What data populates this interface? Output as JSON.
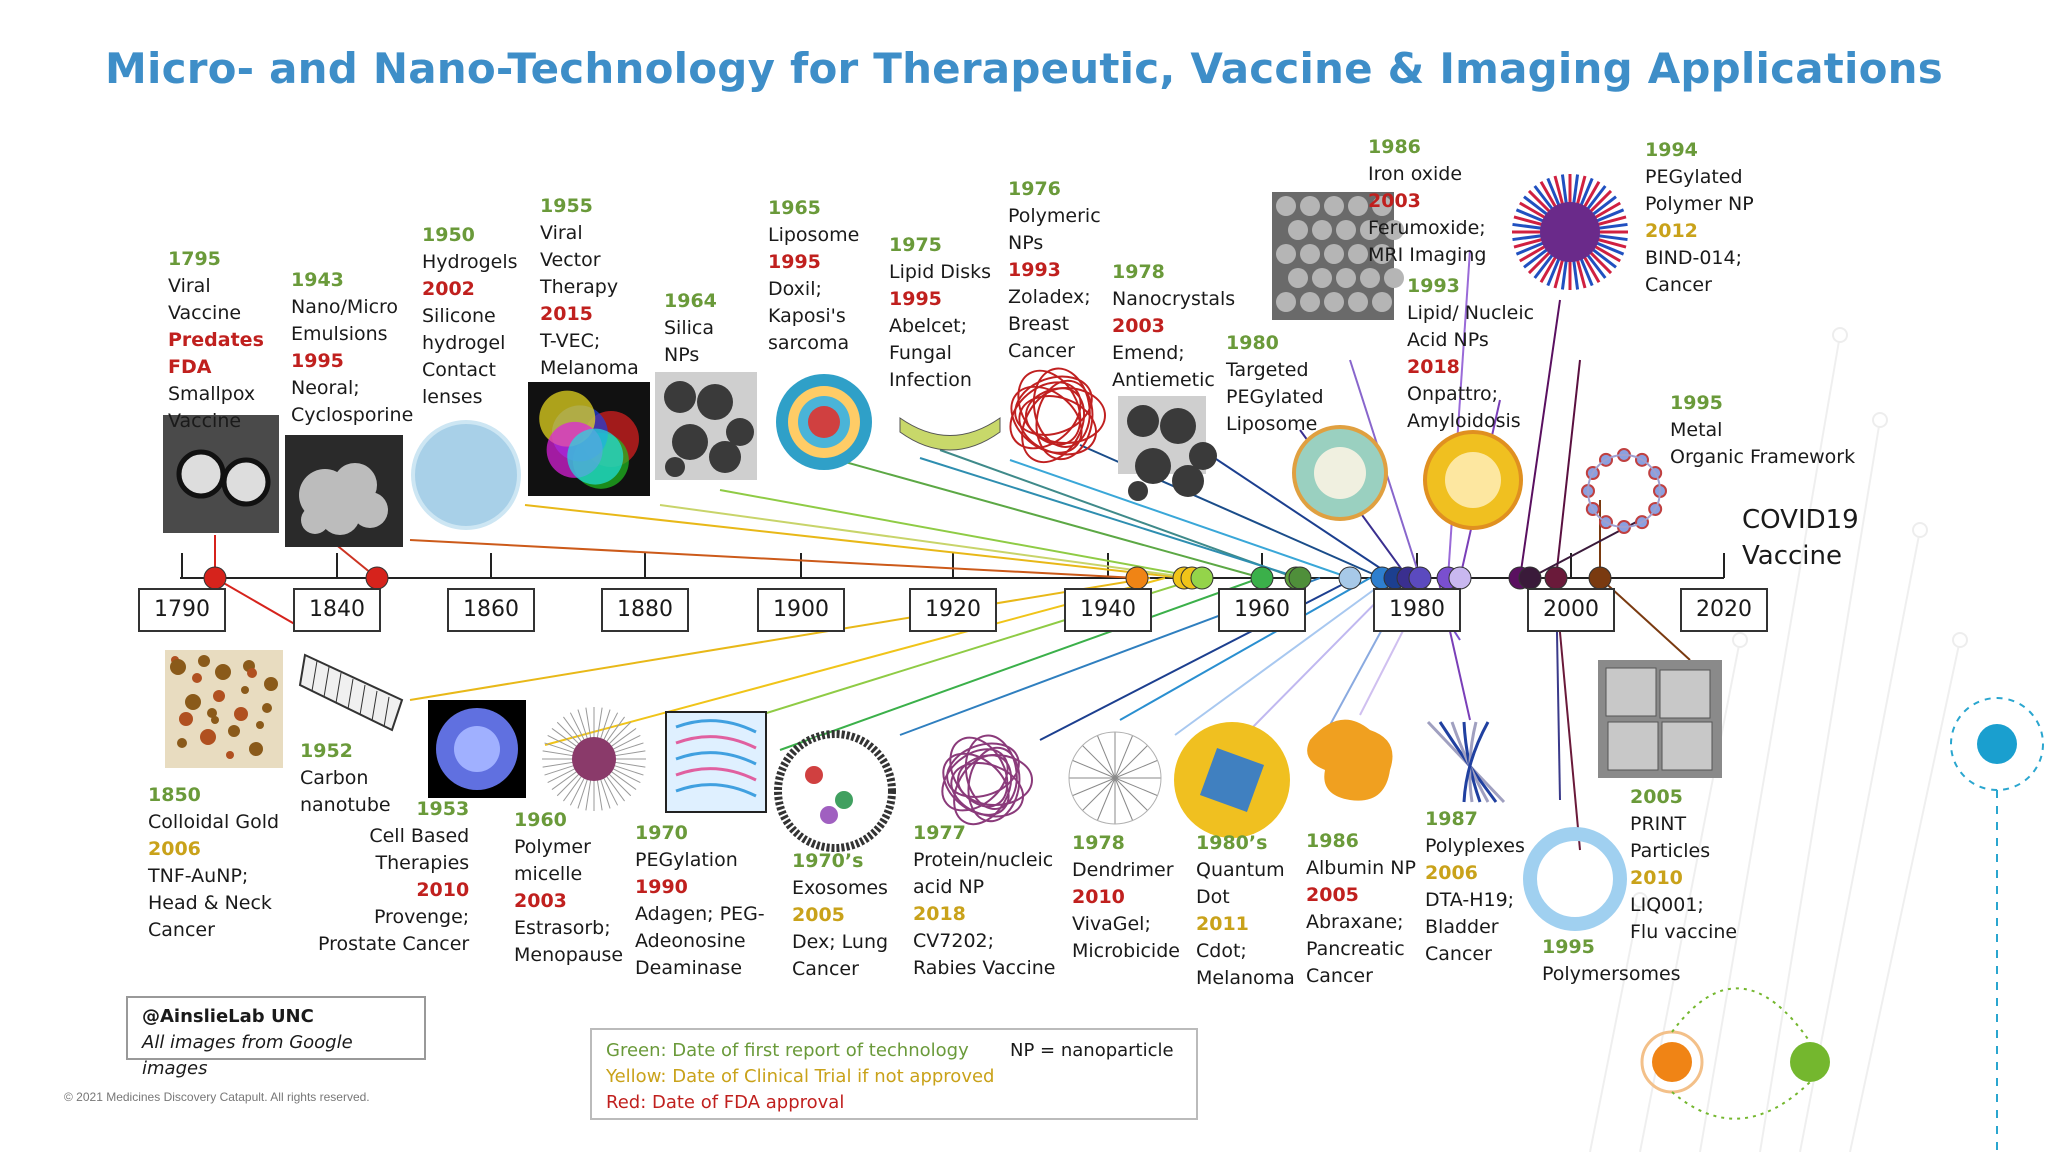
{
  "title": "Micro- and Nano-Technology for Therapeutic, Vaccine & Imaging Applications",
  "axis_years": [
    "1790",
    "1840",
    "1860",
    "1880",
    "1900",
    "1920",
    "1940",
    "1960",
    "1980",
    "2000",
    "2020"
  ],
  "covid": {
    "line1": "COVID19",
    "line2": "Vaccine"
  },
  "entries": [
    {
      "lines": [
        {
          "t": "1795",
          "c": "g"
        },
        {
          "t": "Viral",
          "c": "txt"
        },
        {
          "t": "Vaccine",
          "c": "txt"
        },
        {
          "t": "Predates",
          "c": "r"
        },
        {
          "t": "FDA",
          "c": "r"
        },
        {
          "t": "Smallpox",
          "c": "txt"
        },
        {
          "t": "Vaccine",
          "c": "txt"
        }
      ]
    },
    {
      "lines": [
        {
          "t": "1943",
          "c": "g"
        },
        {
          "t": "Nano/Micro",
          "c": "txt"
        },
        {
          "t": "Emulsions",
          "c": "txt"
        },
        {
          "t": "1995",
          "c": "r"
        },
        {
          "t": "Neoral;",
          "c": "txt"
        },
        {
          "t": "Cyclosporine",
          "c": "txt"
        }
      ]
    },
    {
      "lines": [
        {
          "t": "1950",
          "c": "g"
        },
        {
          "t": "Hydrogels",
          "c": "txt"
        },
        {
          "t": "2002",
          "c": "r"
        },
        {
          "t": "Silicone",
          "c": "txt"
        },
        {
          "t": "hydrogel",
          "c": "txt"
        },
        {
          "t": "Contact",
          "c": "txt"
        },
        {
          "t": "lenses",
          "c": "txt"
        }
      ]
    },
    {
      "lines": [
        {
          "t": "1955",
          "c": "g"
        },
        {
          "t": "Viral",
          "c": "txt"
        },
        {
          "t": "Vector",
          "c": "txt"
        },
        {
          "t": "Therapy",
          "c": "txt"
        },
        {
          "t": "2015",
          "c": "r"
        },
        {
          "t": "T-VEC;",
          "c": "txt"
        },
        {
          "t": "Melanoma",
          "c": "txt"
        }
      ]
    },
    {
      "lines": [
        {
          "t": "1964",
          "c": "g"
        },
        {
          "t": "Silica",
          "c": "txt"
        },
        {
          "t": "NPs",
          "c": "txt"
        }
      ]
    },
    {
      "lines": [
        {
          "t": "1965",
          "c": "g"
        },
        {
          "t": "Liposome",
          "c": "txt"
        },
        {
          "t": "1995",
          "c": "r"
        },
        {
          "t": "Doxil;",
          "c": "txt"
        },
        {
          "t": "Kaposi's",
          "c": "txt"
        },
        {
          "t": "sarcoma",
          "c": "txt"
        }
      ]
    },
    {
      "lines": [
        {
          "t": "1975",
          "c": "g"
        },
        {
          "t": "Lipid Disks",
          "c": "txt"
        },
        {
          "t": "1995",
          "c": "r"
        },
        {
          "t": "Abelcet;",
          "c": "txt"
        },
        {
          "t": "Fungal",
          "c": "txt"
        },
        {
          "t": "Infection",
          "c": "txt"
        }
      ]
    },
    {
      "lines": [
        {
          "t": "1976",
          "c": "g"
        },
        {
          "t": "Polymeric",
          "c": "txt"
        },
        {
          "t": "NPs",
          "c": "txt"
        },
        {
          "t": "1993",
          "c": "r"
        },
        {
          "t": "Zoladex;",
          "c": "txt"
        },
        {
          "t": "Breast",
          "c": "txt"
        },
        {
          "t": "Cancer",
          "c": "txt"
        }
      ]
    },
    {
      "lines": [
        {
          "t": "1978",
          "c": "g"
        },
        {
          "t": "Nanocrystals",
          "c": "txt"
        },
        {
          "t": "2003",
          "c": "r"
        },
        {
          "t": "Emend;",
          "c": "txt"
        },
        {
          "t": "Antiemetic",
          "c": "txt"
        }
      ]
    },
    {
      "lines": [
        {
          "t": "1980",
          "c": "g"
        },
        {
          "t": "Targeted",
          "c": "txt"
        },
        {
          "t": "PEGylated",
          "c": "txt"
        },
        {
          "t": "Liposome",
          "c": "txt"
        }
      ]
    },
    {
      "lines": [
        {
          "t": "1986",
          "c": "g"
        },
        {
          "t": "Iron oxide",
          "c": "txt"
        },
        {
          "t": "2003",
          "c": "r"
        },
        {
          "t": "Ferumoxide;",
          "c": "txt"
        },
        {
          "t": "MRI Imaging",
          "c": "txt"
        }
      ]
    },
    {
      "lines": [
        {
          "t": "1993",
          "c": "g"
        },
        {
          "t": "Lipid/ Nucleic",
          "c": "txt"
        },
        {
          "t": "Acid NPs",
          "c": "txt"
        },
        {
          "t": "2018",
          "c": "r"
        },
        {
          "t": "Onpattro;",
          "c": "txt"
        },
        {
          "t": "Amyloidosis",
          "c": "txt"
        }
      ]
    },
    {
      "lines": [
        {
          "t": "1994",
          "c": "g"
        },
        {
          "t": "PEGylated",
          "c": "txt"
        },
        {
          "t": "Polymer NP",
          "c": "txt"
        },
        {
          "t": "2012",
          "c": "y"
        },
        {
          "t": "BIND-014;",
          "c": "txt"
        },
        {
          "t": "Cancer",
          "c": "txt"
        }
      ]
    },
    {
      "lines": [
        {
          "t": "1995",
          "c": "g"
        },
        {
          "t": "Metal",
          "c": "txt"
        },
        {
          "t": "Organic Framework",
          "c": "txt"
        }
      ]
    },
    {
      "lines": [
        {
          "t": "1850",
          "c": "g"
        },
        {
          "t": "Colloidal Gold",
          "c": "txt"
        },
        {
          "t": "2006",
          "c": "y"
        },
        {
          "t": "TNF-AuNP;",
          "c": "txt"
        },
        {
          "t": "Head & Neck",
          "c": "txt"
        },
        {
          "t": "Cancer",
          "c": "txt"
        }
      ]
    },
    {
      "lines": [
        {
          "t": "1952",
          "c": "g"
        },
        {
          "t": "Carbon",
          "c": "txt"
        },
        {
          "t": "nanotube",
          "c": "txt"
        }
      ]
    },
    {
      "lines": [
        {
          "t": "1953",
          "c": "g"
        },
        {
          "t": "Cell Based",
          "c": "txt"
        },
        {
          "t": "Therapies",
          "c": "txt"
        },
        {
          "t": "2010",
          "c": "r"
        },
        {
          "t": "Provenge;",
          "c": "txt"
        },
        {
          "t": "Prostate Cancer",
          "c": "txt"
        }
      ]
    },
    {
      "lines": [
        {
          "t": "1960",
          "c": "g"
        },
        {
          "t": "Polymer",
          "c": "txt"
        },
        {
          "t": "micelle",
          "c": "txt"
        },
        {
          "t": "2003",
          "c": "r"
        },
        {
          "t": "Estrasorb;",
          "c": "txt"
        },
        {
          "t": "Menopause",
          "c": "txt"
        }
      ]
    },
    {
      "lines": [
        {
          "t": "1970",
          "c": "g"
        },
        {
          "t": "PEGylation",
          "c": "txt"
        },
        {
          "t": "1990",
          "c": "r"
        },
        {
          "t": "Adagen; PEG-",
          "c": "txt"
        },
        {
          "t": "Adeonosine",
          "c": "txt"
        },
        {
          "t": "Deaminase",
          "c": "txt"
        }
      ]
    },
    {
      "lines": [
        {
          "t": "1970’s",
          "c": "g"
        },
        {
          "t": "Exosomes",
          "c": "txt"
        },
        {
          "t": "2005",
          "c": "y"
        },
        {
          "t": "Dex; Lung",
          "c": "txt"
        },
        {
          "t": "Cancer",
          "c": "txt"
        }
      ]
    },
    {
      "lines": [
        {
          "t": "1977",
          "c": "g"
        },
        {
          "t": "Protein/nucleic",
          "c": "txt"
        },
        {
          "t": "acid NP",
          "c": "txt"
        },
        {
          "t": "2018",
          "c": "y"
        },
        {
          "t": "CV7202;",
          "c": "txt"
        },
        {
          "t": "Rabies Vaccine",
          "c": "txt"
        }
      ]
    },
    {
      "lines": [
        {
          "t": "1978",
          "c": "g"
        },
        {
          "t": "Dendrimer",
          "c": "txt"
        },
        {
          "t": "2010",
          "c": "r"
        },
        {
          "t": "VivaGel;",
          "c": "txt"
        },
        {
          "t": "Microbicide",
          "c": "txt"
        }
      ]
    },
    {
      "lines": [
        {
          "t": "1980’s",
          "c": "g"
        },
        {
          "t": "Quantum",
          "c": "txt"
        },
        {
          "t": "Dot",
          "c": "txt"
        },
        {
          "t": "2011",
          "c": "y"
        },
        {
          "t": "Cdot;",
          "c": "txt"
        },
        {
          "t": "Melanoma",
          "c": "txt"
        }
      ]
    },
    {
      "lines": [
        {
          "t": "1986",
          "c": "g"
        },
        {
          "t": "Albumin NP",
          "c": "txt"
        },
        {
          "t": "2005",
          "c": "r"
        },
        {
          "t": "Abraxane;",
          "c": "txt"
        },
        {
          "t": "Pancreatic",
          "c": "txt"
        },
        {
          "t": "Cancer",
          "c": "txt"
        }
      ]
    },
    {
      "lines": [
        {
          "t": "1987",
          "c": "g"
        },
        {
          "t": "Polyplexes",
          "c": "txt"
        },
        {
          "t": "2006",
          "c": "y"
        },
        {
          "t": "DTA-H19;",
          "c": "txt"
        },
        {
          "t": "Bladder",
          "c": "txt"
        },
        {
          "t": "Cancer",
          "c": "txt"
        }
      ]
    },
    {
      "lines": [
        {
          "t": "1995",
          "c": "g"
        },
        {
          "t": "Polymersomes",
          "c": "txt"
        }
      ]
    },
    {
      "lines": [
        {
          "t": "2005",
          "c": "g"
        },
        {
          "t": "PRINT",
          "c": "txt"
        },
        {
          "t": "Particles",
          "c": "txt"
        },
        {
          "t": "2010",
          "c": "y"
        },
        {
          "t": "LIQ001;",
          "c": "txt"
        },
        {
          "t": "Flu vaccine",
          "c": "txt"
        }
      ]
    }
  ],
  "credit": {
    "line1": "@AinslieLab UNC",
    "line2": "All images from Google images"
  },
  "legend": {
    "green": "Green: Date of first report of technology",
    "yellow": "Yellow: Date of Clinical Trial if not approved",
    "red": "Red: Date of FDA approval",
    "np": "NP = nanoparticle"
  },
  "copyright": "© 2021 Medicines Discovery Catapult. All rights reserved.",
  "colors": {
    "title": "#3e8ec8",
    "green": "#6a9a3a",
    "yellow": "#c9a21a",
    "red": "#c0201e"
  },
  "icons": [
    "virus-micrograph",
    "emulsion-micrograph",
    "hydrogel-sphere",
    "viral-vector",
    "silica-np",
    "liposome",
    "lipid-disk",
    "polymeric-np",
    "nanocrystal",
    "pegylated-liposome",
    "iron-oxide",
    "lipid-nucleic-acid-np",
    "pegylated-polymer-np",
    "metal-organic-framework",
    "colloidal-gold",
    "carbon-nanotube",
    "cell-therapy",
    "polymer-micelle",
    "pegylation",
    "exosome",
    "protein-nucleic-acid-np",
    "dendrimer",
    "quantum-dot",
    "albumin-np",
    "polyplex",
    "polymersome",
    "print-particles"
  ]
}
